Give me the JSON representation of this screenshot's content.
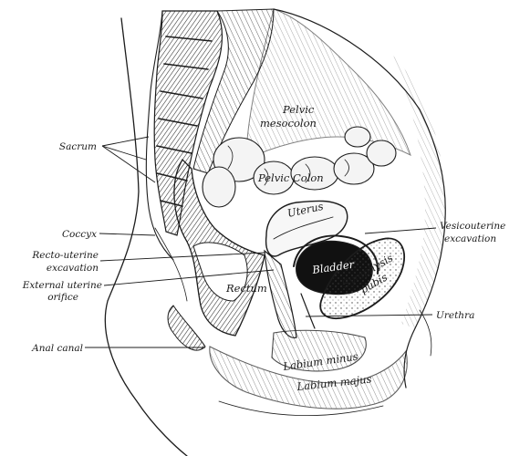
{
  "labels": {
    "sacrum": "Sacrum",
    "coccyx": "Coccyx",
    "recto_uterine_1": "Recto-uterine",
    "recto_uterine_2": "excavation",
    "ext_uterine_1": "External uterine",
    "ext_uterine_2": "orifice",
    "anal_canal": "Anal canal",
    "vesicouterine_1": "Vesicouterine",
    "vesicouterine_2": "excavation",
    "urethra": "Urethra",
    "pelvic_mesocolon_1": "Pelvic",
    "pelvic_mesocolon_2": "mesocolon",
    "pelvic_colon": "Pelvic Colon",
    "uterus": "Uterus",
    "bladder": "Bladder",
    "symphysis_1": "Symphysis",
    "symphysis_2": "pubis",
    "rectum": "Rectum",
    "labium_minus": "Labium minus",
    "labium_majus": "Labium majus"
  },
  "colors": {
    "ink": "#1c1c1c",
    "paper": "#ffffff"
  }
}
